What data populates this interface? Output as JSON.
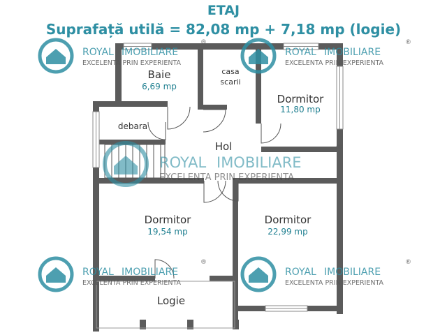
{
  "header": {
    "title": "ETAJ",
    "subtitle": "Suprafață utilă = 82,08 mp + 7,18 mp (logie)"
  },
  "rooms": [
    {
      "id": "baie",
      "name": "Baie",
      "area": "6,69 mp"
    },
    {
      "id": "casa-scarii",
      "name_line1": "casa",
      "name_line2": "scarii"
    },
    {
      "id": "dormitor-1",
      "name": "Dormitor",
      "area": "11,80 mp"
    },
    {
      "id": "debara",
      "name": "debara"
    },
    {
      "id": "hol",
      "name": "Hol"
    },
    {
      "id": "dormitor-2",
      "name": "Dormitor",
      "area": "19,54 mp"
    },
    {
      "id": "dormitor-3",
      "name": "Dormitor",
      "area": "22,99 mp"
    },
    {
      "id": "logie",
      "name": "Logie"
    }
  ],
  "watermark": {
    "brand_a": "ROYAL",
    "brand_b": "IMOBILIARE",
    "tagline": "EXCELENTA PRIN EXPERIENTA",
    "reg_mark": "®",
    "color": "#2e8fa3"
  },
  "colors": {
    "wall": "#5a5a5a",
    "text": "#1f7f90",
    "accent": "#2e8fa3"
  }
}
